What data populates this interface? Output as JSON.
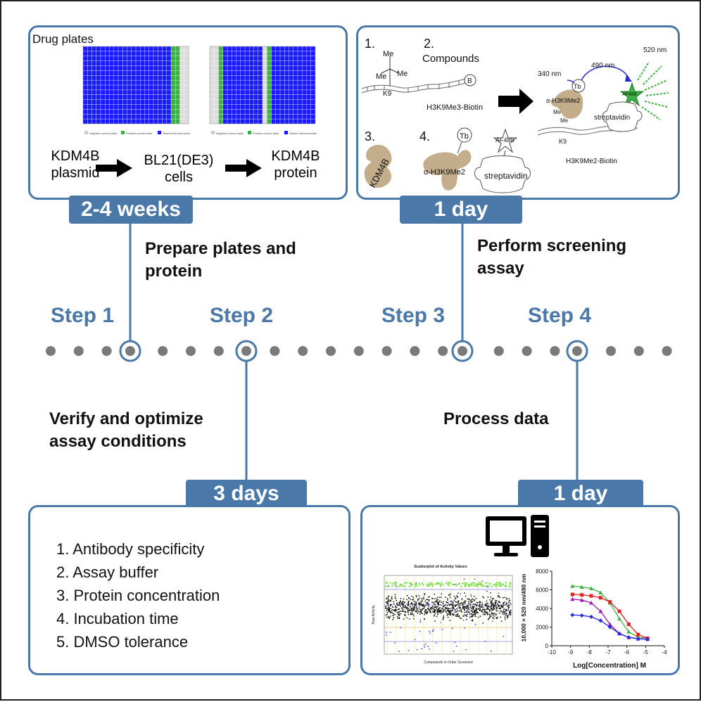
{
  "panel1": {
    "title": "Drug plates",
    "flow": [
      "KDM4B\nplasmid",
      "BL21(DE3)\ncells",
      "KDM4B\nprotein"
    ],
    "legend": [
      "Negative control wells",
      "Positive control wells",
      "Tested chemical wells"
    ],
    "duration": "2-4 weeks"
  },
  "panel2": {
    "num1": "1.",
    "num2": "2.",
    "num3": "3.",
    "num4": "4.",
    "compounds": "Compounds",
    "me": "Me",
    "k9": "K9",
    "b": "B",
    "substrate": "H3K9Me3-Biotin",
    "product": "H3K9Me2-Biotin",
    "enzyme": "KDM4B",
    "antibody": "α-H3K9Me2",
    "tb": "Tb",
    "af488": "AF488",
    "streptavidin": "streptavidin",
    "nm340": "340 nm",
    "nm490": "490 nm",
    "nm520": "520 nm",
    "duration": "1 day"
  },
  "steps": {
    "step1": "Step 1",
    "step2": "Step 2",
    "step3": "Step 3",
    "step4": "Step 4",
    "task1": "Prepare plates and\nprotein",
    "task2": "Verify and optimize\nassay conditions",
    "task3": "Perform screening\nassay",
    "task4": "Process data"
  },
  "panel3": {
    "duration": "3 days",
    "items": [
      "1. Antibody specificity",
      "2. Assay buffer",
      "3. Protein concentration",
      "4. Incubation time",
      "5. DMSO tolerance"
    ]
  },
  "panel4": {
    "duration": "1 day",
    "scatter_title": "Scatterplot of Activity Values",
    "scatter_xlabel": "Compounds in Order Screened",
    "scatter_ylabel": "Raw Activity",
    "icon": "computer-icon"
  },
  "colors": {
    "accent": "#4a78a8",
    "plate_blue": "#1a1aff",
    "plate_green": "#3cb043",
    "bean": "#c3ad8b"
  },
  "chart_data": {
    "type": "line",
    "title": "",
    "xlabel": "Log[Concentration] M",
    "ylabel": "10,000 × 520 nm/490 nm",
    "xlim": [
      -10,
      -4
    ],
    "ylim": [
      0,
      8000
    ],
    "xticks": [
      -10,
      -9,
      -8,
      -7,
      -6,
      -5,
      -4
    ],
    "yticks": [
      0,
      2000,
      4000,
      6000,
      8000
    ],
    "series": [
      {
        "color": "#3cb043",
        "x": [
          -8.9,
          -8.4,
          -7.9,
          -7.4,
          -6.9,
          -6.4,
          -5.9,
          -5.4,
          -4.9
        ],
        "y": [
          6400,
          6300,
          6150,
          5700,
          4600,
          2900,
          1500,
          900,
          800
        ]
      },
      {
        "color": "#e02020",
        "x": [
          -8.9,
          -8.4,
          -7.9,
          -7.4,
          -6.9,
          -6.4,
          -5.9,
          -5.4,
          -4.9
        ],
        "y": [
          5500,
          5450,
          5350,
          5150,
          4700,
          3700,
          2300,
          1200,
          800
        ]
      },
      {
        "color": "#9a1ab0",
        "x": [
          -8.9,
          -8.4,
          -7.9,
          -7.4,
          -6.9,
          -6.4,
          -5.9,
          -5.4,
          -4.9
        ],
        "y": [
          5000,
          4900,
          4600,
          3700,
          2300,
          1300,
          900,
          750,
          700
        ]
      },
      {
        "color": "#2a2ae0",
        "x": [
          -8.9,
          -8.4,
          -7.9,
          -7.4,
          -6.9,
          -6.4,
          -5.9,
          -5.4,
          -4.9
        ],
        "y": [
          3300,
          3250,
          3100,
          2700,
          2000,
          1300,
          900,
          750,
          700
        ]
      }
    ]
  }
}
